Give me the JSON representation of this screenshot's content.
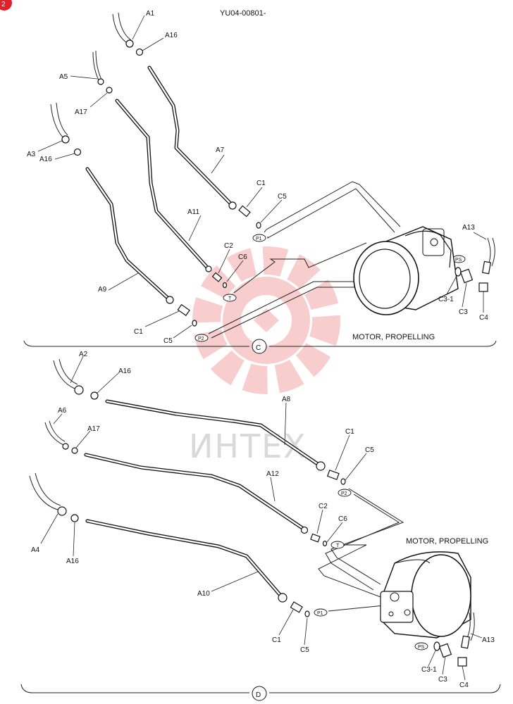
{
  "page_badge": "2",
  "doc_code": "YU04-00801-",
  "watermark_text": "ИНТЕХ",
  "section_c": {
    "marker": "C",
    "title": "MOTOR, PROPELLING",
    "labels": {
      "a1": "A1",
      "a16_top": "A16",
      "a5": "A5",
      "a17": "A17",
      "a3": "A3",
      "a16_left": "A16",
      "a7": "A7",
      "a11": "A11",
      "a9": "A9",
      "c1_top": "C1",
      "c5_top": "C5",
      "c2": "C2",
      "c6": "C6",
      "c1_bottom": "C1",
      "c5_bottom": "C5",
      "a13": "A13",
      "c3_1": "C3-1",
      "c3": "C3",
      "c4": "C4"
    },
    "ports": {
      "p1": "P1",
      "t": "T",
      "p2": "P2",
      "ps": "PS"
    }
  },
  "section_d": {
    "marker": "D",
    "title": "MOTOR, PROPELLING",
    "labels": {
      "a2": "A2",
      "a16_top": "A16",
      "a6": "A6",
      "a17": "A17",
      "a4": "A4",
      "a16_bottom": "A16",
      "a8": "A8",
      "a12": "A12",
      "a10": "A10",
      "c1_top": "C1",
      "c5_top": "C5",
      "c2": "C2",
      "c6": "C6",
      "c1_bottom": "C1",
      "c5_bottom": "C5",
      "a13": "A13",
      "c3_1": "C3-1",
      "c3": "C3",
      "c4": "C4"
    },
    "ports": {
      "p2": "P2",
      "t": "T",
      "p1": "P1",
      "ps": "PS"
    }
  },
  "colors": {
    "watermark_red": "#f4a6a6",
    "watermark_gray": "#d9d9d9",
    "badge": "#e0202a",
    "line": "#111111"
  }
}
